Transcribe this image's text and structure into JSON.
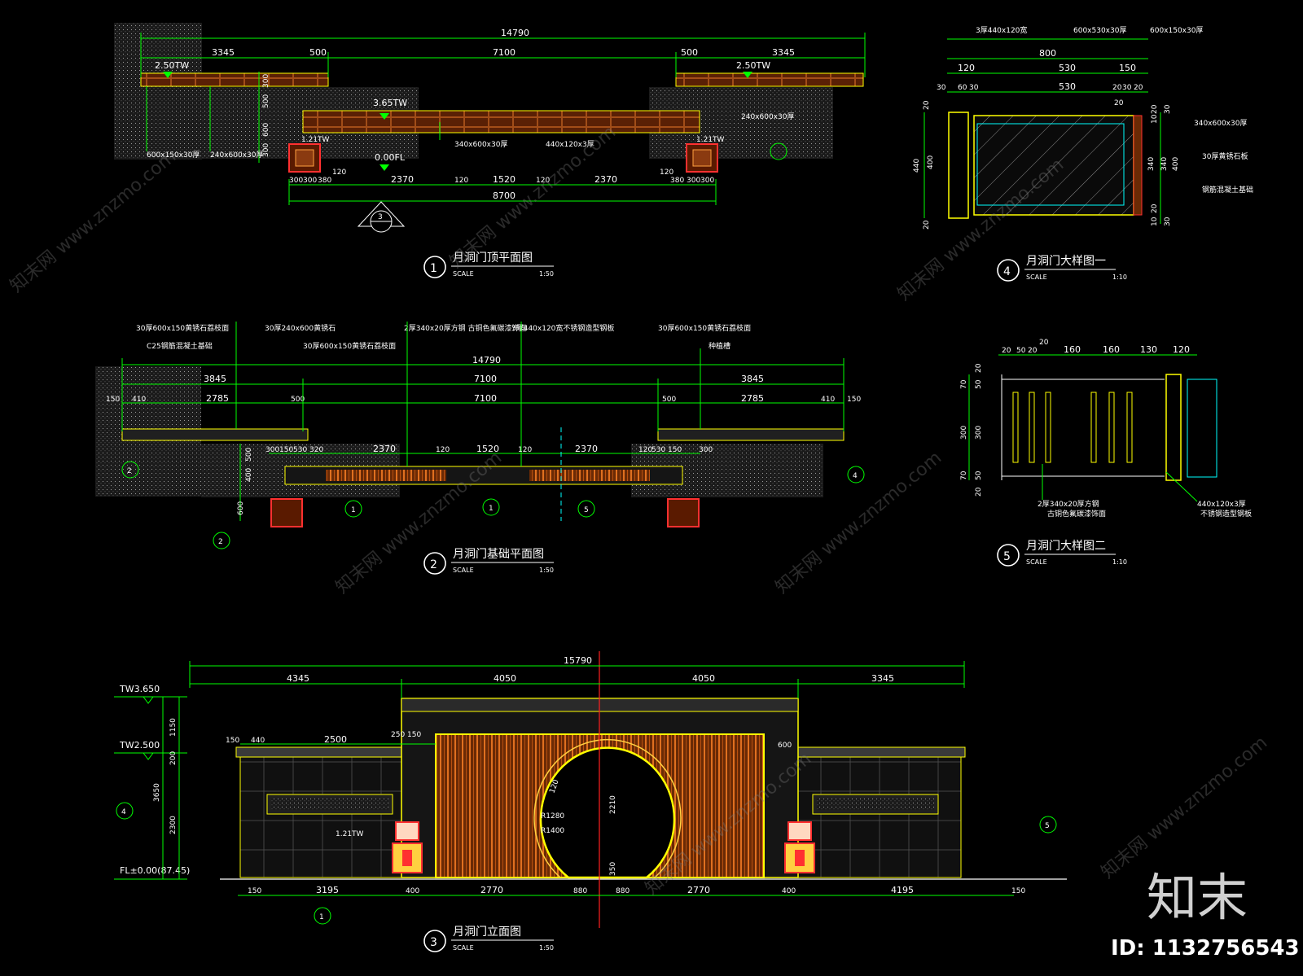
{
  "views": {
    "v1": {
      "num": "1",
      "title": "月洞门顶平面图",
      "scale_label": "SCALE",
      "scale": "1:50"
    },
    "v2": {
      "num": "2",
      "title": "月洞门基础平面图",
      "scale_label": "SCALE",
      "scale": "1:50"
    },
    "v3": {
      "num": "3",
      "title": "月洞门立面图",
      "scale_label": "SCALE",
      "scale": "1:50"
    },
    "v4": {
      "num": "4",
      "title": "月洞门大样图一",
      "scale_label": "SCALE",
      "scale": "1:10"
    },
    "v5": {
      "num": "5",
      "title": "月洞门大样图二",
      "scale_label": "SCALE",
      "scale": "1:10"
    }
  },
  "plan1": {
    "total": "14790",
    "top_dims": [
      "3345",
      "500",
      "7100",
      "500",
      "3345"
    ],
    "elev_left": "2.50TW",
    "elev_right": "2.50TW",
    "elev_mid": "3.65TW",
    "elev_fl": "0.00FL",
    "elev_post_l": "1.21TW",
    "elev_post_r": "1.21TW",
    "side_dims": [
      "300",
      "500",
      "600",
      "300"
    ],
    "labels": [
      "600x150x30厚",
      "240x600x30厚",
      "340x600x30厚",
      "440x120x3厚",
      "240x600x30厚"
    ],
    "bottom_dims": [
      "300",
      "300",
      "380",
      "120",
      "2370",
      "120",
      "1520",
      "120",
      "2370",
      "120",
      "380",
      "300",
      "300"
    ],
    "bottom_total": "8700",
    "section_mark": "3"
  },
  "plan2": {
    "top_labels": [
      "30厚600x150黄锈石荔枝面",
      "30厚240x600黄锈石",
      "2厚340x20厚方钢 古铜色氟碳漆饰面",
      "3厚440x120宽不锈钢造型钢板",
      "30厚600x150黄锈石荔枝面"
    ],
    "mid_labels": [
      "C25钢筋混凝土基础",
      "30厚600x150黄锈石荔枝面",
      "种植槽"
    ],
    "total": "14790",
    "row1": [
      "3845",
      "7100",
      "3845"
    ],
    "row2": [
      "150",
      "410",
      "2785",
      "500",
      "7100",
      "500",
      "2785",
      "410",
      "150"
    ],
    "row3": [
      "300",
      "150",
      "530",
      "320",
      "2370",
      "120",
      "1520",
      "120",
      "2370",
      "120",
      "530",
      "150",
      "300"
    ],
    "side": [
      "500",
      "400",
      "600"
    ],
    "callouts": [
      "1",
      "1",
      "5",
      "2",
      "2",
      "4"
    ]
  },
  "elev": {
    "total": "15790",
    "top_dims": [
      "4345",
      "4050",
      "4050",
      "3345"
    ],
    "levels": [
      "TW3.650",
      "TW2.500",
      "FL±0.00(87.45)"
    ],
    "left_v": [
      "1150",
      "200",
      "3650",
      "2300"
    ],
    "mid_dims": [
      "150",
      "440",
      "2500",
      "250",
      "150",
      "600"
    ],
    "radii": [
      "R1280",
      "R1400"
    ],
    "heights": [
      "2210",
      "350",
      "120"
    ],
    "bottom_dims": [
      "150",
      "3195",
      "400",
      "2770",
      "880",
      "880",
      "2770",
      "400",
      "4195",
      "150"
    ],
    "elev_mark": "1.21TW",
    "callout_l": "4",
    "callout_r": "5",
    "callout_b": "1"
  },
  "d4": {
    "top_labels": [
      "3厚440x120宽",
      "600x530x30厚",
      "600x150x30厚"
    ],
    "row1": [
      "800"
    ],
    "row2": [
      "120",
      "530",
      "150"
    ],
    "row3": [
      "30",
      "60",
      "30",
      "530",
      "20",
      "30",
      "20",
      "20"
    ],
    "right_labels": [
      "340x600x30厚",
      "30厚黄锈石板",
      "钢筋混凝土基础"
    ],
    "left_v": [
      "20",
      "440",
      "400",
      "20"
    ],
    "right_v": [
      "20",
      "10",
      "30",
      "340",
      "340",
      "400",
      "20",
      "10",
      "30"
    ]
  },
  "d5": {
    "top": [
      "20",
      "50",
      "20",
      "20",
      "160",
      "160",
      "130",
      "120"
    ],
    "left_v": [
      "20",
      "70",
      "50",
      "300",
      "300",
      "70",
      "50",
      "20"
    ],
    "labels": [
      "2厚340x20厚方钢",
      "古铜色氟碳漆饰面",
      "440x120x3厚",
      "不锈钢造型钢板"
    ]
  },
  "brand": {
    "logo": "知末",
    "id": "ID: 1132756543",
    "watermark": "知末网 www.znzmo.com"
  },
  "colors": {
    "line": "#00ff00",
    "wall": "#ffff00",
    "hatch": "#8a4a1a",
    "accent": "#ff2020",
    "bg": "#000000"
  }
}
